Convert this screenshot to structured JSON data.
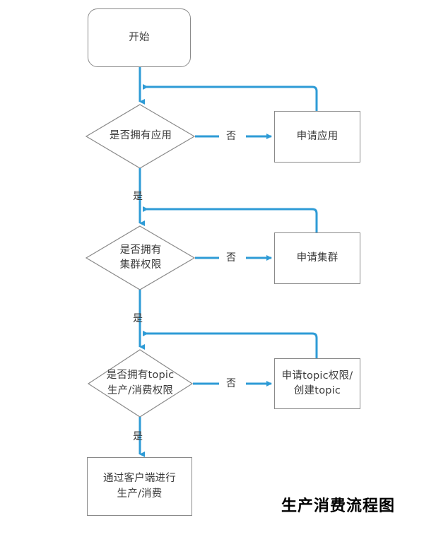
{
  "diagram": {
    "caption": "生产消费流程图",
    "colors": {
      "flow_line": "#2e9bd6",
      "node_border": "#8a8a8a",
      "node_text": "#3a3a3a",
      "caption_text": "#000000",
      "background": "#ffffff"
    },
    "nodes": {
      "start": {
        "label": "开始",
        "shape": "rounded-rectangle"
      },
      "decision_app": {
        "label": "是否拥有应用",
        "shape": "diamond"
      },
      "apply_app": {
        "label": "申请应用",
        "shape": "rectangle"
      },
      "decision_cluster": {
        "label": "是否拥有\n集群权限",
        "shape": "diamond"
      },
      "apply_cluster": {
        "label": "申请集群",
        "shape": "rectangle"
      },
      "decision_topic": {
        "label": "是否拥有topic\n生产/消费权限",
        "shape": "diamond"
      },
      "apply_topic": {
        "label": "申请topic权限/\n创建topic",
        "shape": "rectangle"
      },
      "end_produce_consume": {
        "label": "通过客户端进行\n生产/消费",
        "shape": "rectangle"
      }
    },
    "edge_labels": {
      "no_app": "否",
      "yes_app": "是",
      "no_cluster": "否",
      "yes_cluster": "是",
      "no_topic": "否",
      "yes_topic": "是"
    }
  }
}
